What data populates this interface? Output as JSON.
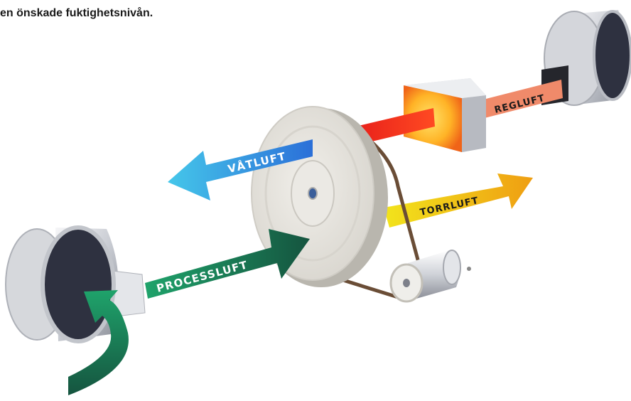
{
  "caption": "en önskade fuktighetsnivån.",
  "labels": {
    "regluft": "REGLUFT",
    "vatluft": "VÅTLUFT",
    "torrluft": "TORRLUFT",
    "processluft": "PROCESSLUFT"
  },
  "colors": {
    "regluft": "#f08a6a",
    "vatluft_start": "#2b6fd8",
    "vatluft_end": "#45c7ea",
    "torrluft_start": "#f2e41c",
    "torrluft_end": "#ef9e12",
    "processluft_start": "#1fa36b",
    "processluft_end": "#15543f",
    "heater_hot": "#f03a1c",
    "heater_cold": "#ffd24a",
    "fan_face": "#2e3140",
    "belt": "#6a4d36"
  }
}
